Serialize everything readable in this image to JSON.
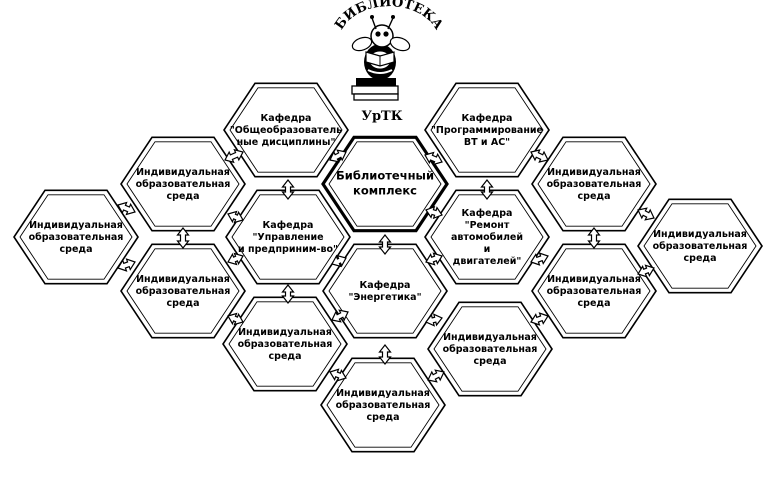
{
  "logo": {
    "arc_text": "БИБЛИОТЕКА",
    "bottom_text": "УрТК",
    "icon": "bee-reading-books-icon"
  },
  "cells": [
    {
      "id": "ios-far-left",
      "lines": [
        "Индивидуальная",
        "образовательная",
        "среда"
      ]
    },
    {
      "id": "ios-left-top",
      "lines": [
        "Индивидуальная",
        "образовательная",
        "среда"
      ]
    },
    {
      "id": "ios-left-bottom",
      "lines": [
        "Индивидуальная",
        "образовательная",
        "среда"
      ]
    },
    {
      "id": "kafedra-obshcheobr",
      "lines": [
        "Кафедра",
        "\"Общеобразователь",
        "ные дисциплины\""
      ]
    },
    {
      "id": "kafedra-upravlenie",
      "lines": [
        "Кафедра",
        "\"Управление",
        "и предприним-во\""
      ]
    },
    {
      "id": "ios-bottom-left",
      "lines": [
        "Индивидуальная",
        "образовательная",
        "среда"
      ]
    },
    {
      "id": "biblioteka",
      "lines": [
        "Библиотечный",
        "комплекс"
      ],
      "main": true
    },
    {
      "id": "kafedra-energetika",
      "lines": [
        "Кафедра",
        "\"Энергетика\""
      ]
    },
    {
      "id": "ios-bottom-center",
      "lines": [
        "Индивидуальная",
        "образовательная",
        "среда"
      ]
    },
    {
      "id": "kafedra-programmirovanie",
      "lines": [
        "Кафедра",
        "\"Программирование",
        "ВТ и АС\""
      ]
    },
    {
      "id": "kafedra-remont",
      "lines": [
        "Кафедра",
        "\"Ремонт",
        "автомобилей",
        "и",
        "двигателей\""
      ]
    },
    {
      "id": "ios-bottom-right",
      "lines": [
        "Индивидуальная",
        "образовательная",
        "среда"
      ]
    },
    {
      "id": "ios-right-top",
      "lines": [
        "Индивидуальная",
        "образовательная",
        "среда"
      ]
    },
    {
      "id": "ios-right-bottom",
      "lines": [
        "Индивидуальная",
        "образовательная",
        "среда"
      ]
    },
    {
      "id": "ios-far-right",
      "lines": [
        "Индивидуальная",
        "образовательная",
        "среда"
      ]
    }
  ]
}
